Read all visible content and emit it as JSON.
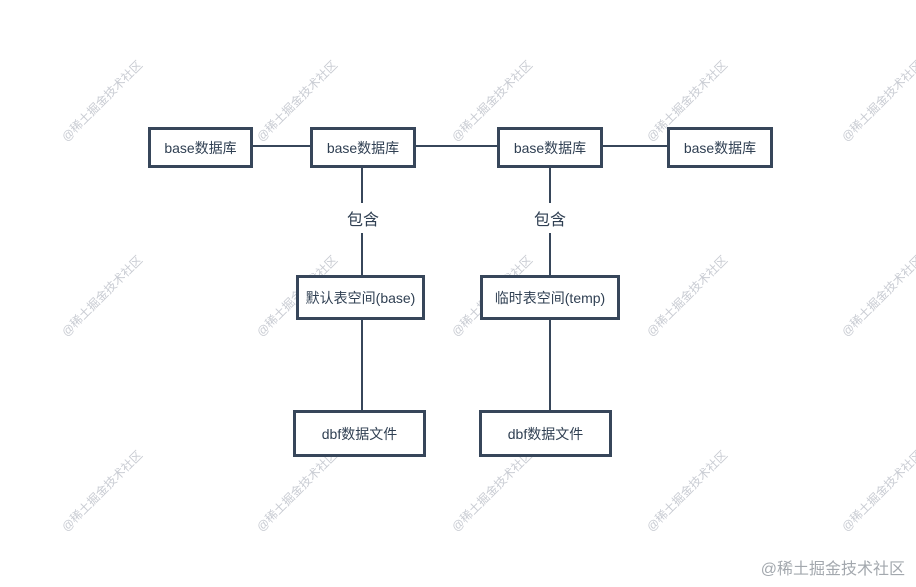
{
  "diagram": {
    "top_row": [
      {
        "label": "base数据库"
      },
      {
        "label": "base数据库"
      },
      {
        "label": "base数据库"
      },
      {
        "label": "base数据库"
      }
    ],
    "relation_labels": [
      {
        "label": "包含"
      },
      {
        "label": "包含"
      }
    ],
    "middle_row": [
      {
        "label": "默认表空间(base)"
      },
      {
        "label": "临时表空间(temp)"
      }
    ],
    "bottom_row": [
      {
        "label": "dbf数据文件"
      },
      {
        "label": "dbf数据文件"
      }
    ]
  },
  "watermark": {
    "tile_text": "@稀土掘金技术社区",
    "badge_text": "@稀土掘金技术社区"
  },
  "colors": {
    "box_border": "#37465a",
    "box_text": "#2f3f52",
    "watermark_tile": "#c9ccd3",
    "watermark_badge": "#a3a8ae"
  }
}
